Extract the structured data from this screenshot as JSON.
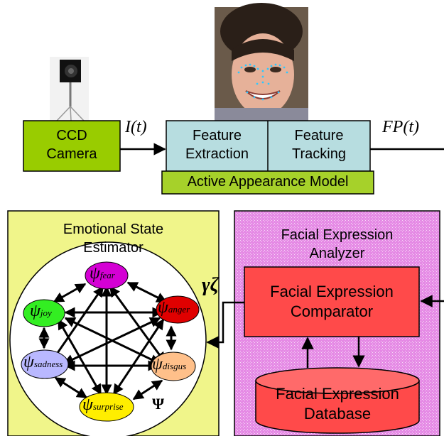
{
  "colors": {
    "camera_box": "#99cc00",
    "feature_box": "#b7dde0",
    "aam_box": "#a6d12a",
    "estimator_bg": "#f0f58a",
    "analyzer_bg": "#e58ae5",
    "comparator_box": "#ff4a4a",
    "database_box": "#ff4a4a",
    "psi_fear": "#d400d4",
    "psi_anger": "#e00000",
    "psi_joy": "#33ee22",
    "psi_sadness": "#b9b8ff",
    "psi_disgust": "#ffc08a",
    "psi_surprise": "#ffee00"
  },
  "icons": [
    "ccd-camera-photo",
    "face-photo-with-tracking-points"
  ],
  "top": {
    "camera_label_1": "CCD",
    "camera_label_2": "Camera",
    "input_signal": "I(t)",
    "feature_extraction_1": "Feature",
    "feature_extraction_2": "Extraction",
    "feature_tracking_1": "Feature",
    "feature_tracking_2": "Tracking",
    "aam_label": "Active Appearance Model",
    "output_signal": "FP(t)"
  },
  "estimator": {
    "title_1": "Emotional State",
    "title_2": "Estimator",
    "nodes": [
      {
        "id": "fear",
        "symbol": "ψ",
        "sub": "fear"
      },
      {
        "id": "anger",
        "symbol": "ψ",
        "sub": "anger"
      },
      {
        "id": "joy",
        "symbol": "ψ",
        "sub": "joy"
      },
      {
        "id": "sadness",
        "symbol": "ψ",
        "sub": "sadness"
      },
      {
        "id": "disgust",
        "symbol": "ψ",
        "sub": "disgus"
      },
      {
        "id": "surprise",
        "symbol": "ψ",
        "sub": "surprise"
      }
    ],
    "psi_label": "Ψ",
    "gamma_zeta": "γζ"
  },
  "analyzer": {
    "title_1": "Facial Expression",
    "title_2": "Analyzer",
    "comparator_1": "Facial Expression",
    "comparator_2": "Comparator",
    "database_1": "Facial Expression",
    "database_2": "Database"
  }
}
